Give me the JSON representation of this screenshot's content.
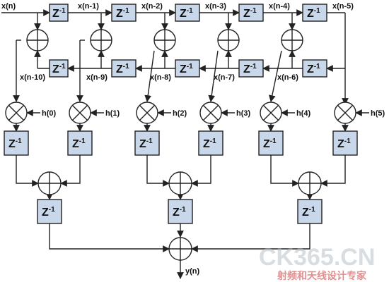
{
  "labels": {
    "input": "x(n)",
    "output": "y(n)",
    "forward_taps": [
      "x(n-1)",
      "x(n-2)",
      "x(n-3)",
      "x(n-4)",
      "x(n-5)"
    ],
    "backward_taps": [
      "x(n-10)",
      "x(n-9)",
      "x(n-8)",
      "x(n-7)",
      "x(n-6)"
    ],
    "coefficients": [
      "h(0)",
      "h(1)",
      "h(2)",
      "h(3)",
      "h(4)",
      "h(5)"
    ]
  },
  "delay_label": {
    "base": "Z",
    "exponent": "-1"
  },
  "watermark": {
    "main": "CK365.CN",
    "sub": "射频和天线设计专家"
  },
  "colors": {
    "delay_fill": "#c9d7ea",
    "stroke": "#222222",
    "watermark_main": "#b9c3cc",
    "watermark_sub": "#d66a6a"
  }
}
